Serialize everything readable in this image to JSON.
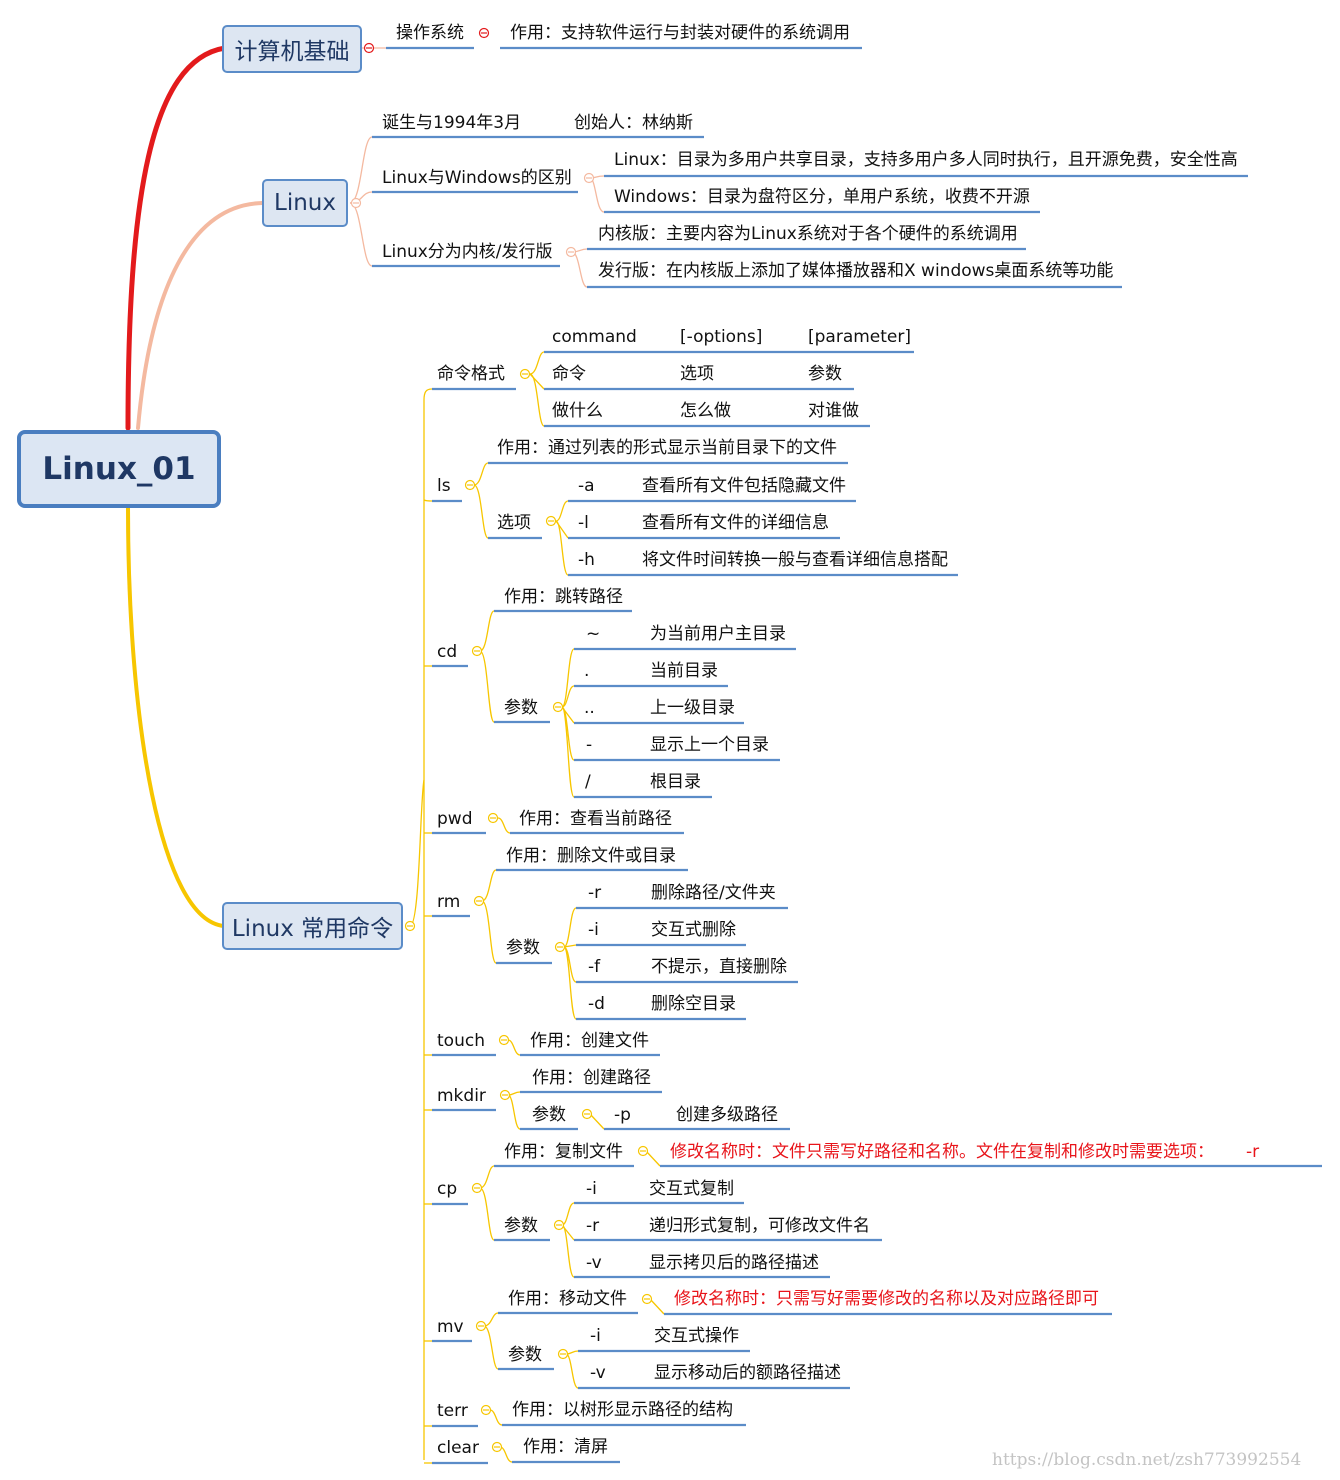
{
  "root": {
    "label": "Linux_01"
  },
  "branches": {
    "basics": {
      "title": "计算机基础",
      "os": "操作系统",
      "os_role": "作用：支持软件运行与封装对硬件的系统调用"
    },
    "linux": {
      "title": "Linux",
      "born": "诞生与1994年3月",
      "founder": "创始人：林纳斯",
      "diff": "Linux与Windows的区别",
      "diff_linux": "Linux：目录为多用户共享目录，支持多用户多人同时执行，且开源免费，安全性高",
      "diff_windows": "Windows：目录为盘符区分，单用户系统，收费不开源",
      "types": "Linux分为内核/发行版",
      "kernel": "内核版：主要内容为Linux系统对于各个硬件的系统调用",
      "distro": "发行版：在内核版上添加了媒体播放器和X windows桌面系统等功能"
    },
    "cmds": {
      "title": "Linux 常用命令",
      "format": {
        "label": "命令格式",
        "rows": [
          [
            "command",
            "[-options]",
            "[parameter]"
          ],
          [
            "命令",
            "选项",
            "参数"
          ],
          [
            "做什么",
            "怎么做",
            "对谁做"
          ]
        ]
      },
      "ls": {
        "label": "ls",
        "role": "作用：通过列表的形式显示当前目录下的文件",
        "opts_label": "选项",
        "opts": [
          [
            "-a",
            "查看所有文件包括隐藏文件"
          ],
          [
            "-l",
            "查看所有文件的详细信息"
          ],
          [
            "-h",
            "将文件时间转换一般与查看详细信息搭配"
          ]
        ]
      },
      "cd": {
        "label": "cd",
        "role": "作用：跳转路径",
        "params_label": "参数",
        "params": [
          [
            "~",
            "为当前用户主目录"
          ],
          [
            ".",
            "当前目录"
          ],
          [
            "..",
            "上一级目录"
          ],
          [
            "-",
            "显示上一个目录"
          ],
          [
            "/",
            "根目录"
          ]
        ]
      },
      "pwd": {
        "label": "pwd",
        "role": "作用：查看当前路径"
      },
      "rm": {
        "label": "rm",
        "role": "作用：删除文件或目录",
        "params_label": "参数",
        "params": [
          [
            "-r",
            "删除路径/文件夹"
          ],
          [
            "-i",
            "交互式删除"
          ],
          [
            "-f",
            "不提示，直接删除"
          ],
          [
            "-d",
            "删除空目录"
          ]
        ]
      },
      "touch": {
        "label": "touch",
        "role": "作用：创建文件"
      },
      "mkdir": {
        "label": "mkdir",
        "role": "作用：创建路径",
        "params_label": "参数",
        "opt": "-p",
        "opt_desc": "创建多级路径"
      },
      "cp": {
        "label": "cp",
        "role": "作用：复制文件",
        "note": "修改名称时：文件只需写好路径和名称。文件在复制和修改时需要选项：",
        "note_opt": "-r",
        "params_label": "参数",
        "params": [
          [
            "-i",
            "交互式复制"
          ],
          [
            "-r",
            "递归形式复制，可修改文件名"
          ],
          [
            "-v",
            "显示拷贝后的路径描述"
          ]
        ]
      },
      "mv": {
        "label": "mv",
        "role": "作用：移动文件",
        "note": "修改名称时：只需写好需要修改的名称以及对应路径即可",
        "params_label": "参数",
        "params": [
          [
            "-i",
            "交互式操作"
          ],
          [
            "-v",
            "显示移动后的额路径描述"
          ]
        ]
      },
      "terr": {
        "label": "terr",
        "role": "作用：以树形显示路径的结构"
      },
      "clear": {
        "label": "clear",
        "role": "作用：清屏"
      }
    }
  },
  "watermark": "https://blog.csdn.net/zsh773992554",
  "colors": {
    "node_fill": "#dde6f2",
    "node_border": "#5b8cc8",
    "underline": "#5b8cc8",
    "branch_red": "#e31a1c",
    "branch_salmon": "#f4b9a0",
    "branch_yellow": "#f7c600",
    "note_red": "#e8141a"
  }
}
